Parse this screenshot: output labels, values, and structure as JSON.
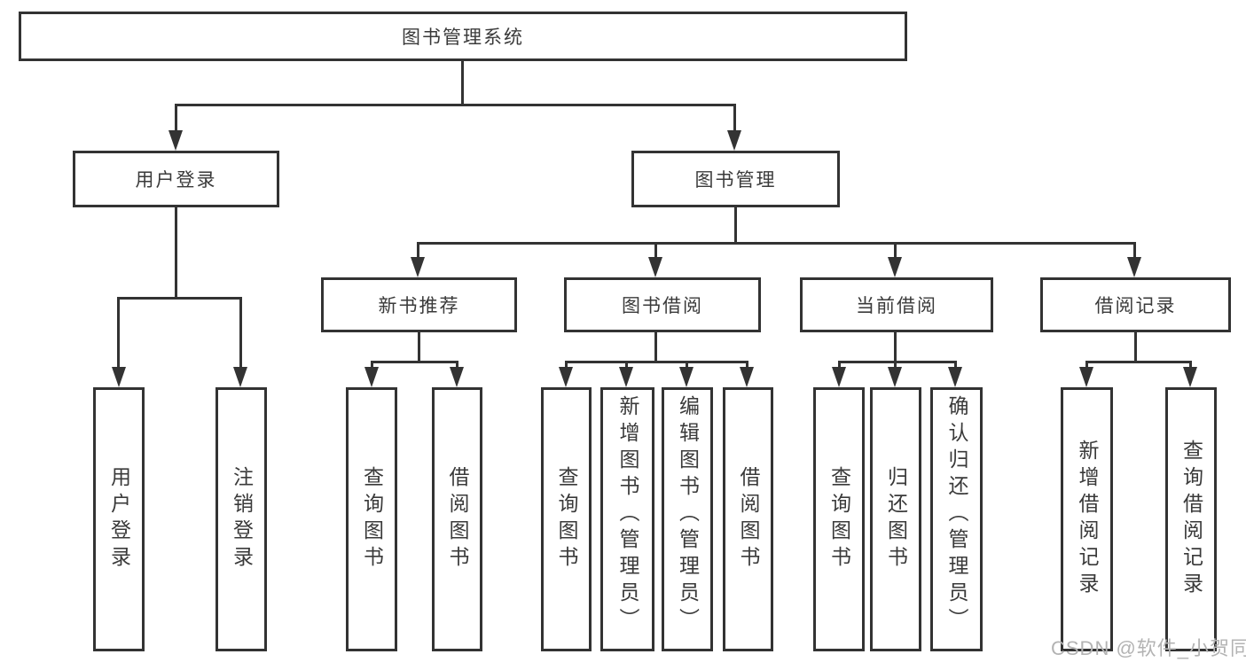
{
  "diagram": {
    "root": {
      "label": "图书管理系统"
    },
    "branches": [
      {
        "label": "用户登录",
        "children": [
          {
            "label": "用户登录"
          },
          {
            "label": "注销登录"
          }
        ]
      },
      {
        "label": "图书管理",
        "children": [
          {
            "label": "新书推荐",
            "children": [
              {
                "label": "查询图书"
              },
              {
                "label": "借阅图书"
              }
            ]
          },
          {
            "label": "图书借阅",
            "children": [
              {
                "label": "查询图书"
              },
              {
                "label": "新增图书（管理员）"
              },
              {
                "label": "编辑图书（管理员）"
              },
              {
                "label": "借阅图书"
              }
            ]
          },
          {
            "label": "当前借阅",
            "children": [
              {
                "label": "查询图书"
              },
              {
                "label": "归还图书"
              },
              {
                "label": "确认归还（管理员）"
              }
            ]
          },
          {
            "label": "借阅记录",
            "children": [
              {
                "label": "新增借阅记录"
              },
              {
                "label": "查询借阅记录"
              }
            ]
          }
        ]
      }
    ],
    "watermark": "CSDN @软件_小贺同学",
    "colors": {
      "line": "#333333",
      "text": "#3a3a3a",
      "watermark": "#b3b3b3",
      "background": "#ffffff"
    }
  }
}
